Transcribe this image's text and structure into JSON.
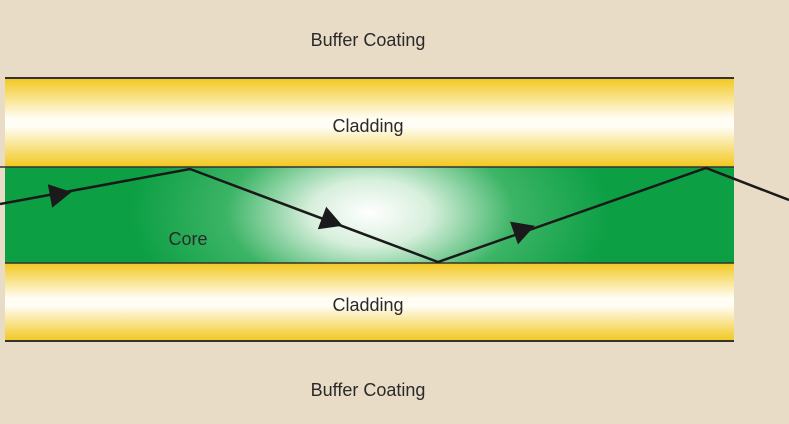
{
  "diagram": {
    "labels": {
      "buffer_top": "Buffer Coating",
      "cladding_top": "Cladding",
      "core": "Core",
      "cladding_bottom": "Cladding",
      "buffer_bottom": "Buffer Coating"
    },
    "colors": {
      "background": "#e8dcc6",
      "cladding_edge": "#f2c81e",
      "cladding_center": "#fffdf4",
      "core_edge": "#0c9f44",
      "core_center": "#ffffff",
      "ray": "#1a1a1a"
    }
  }
}
